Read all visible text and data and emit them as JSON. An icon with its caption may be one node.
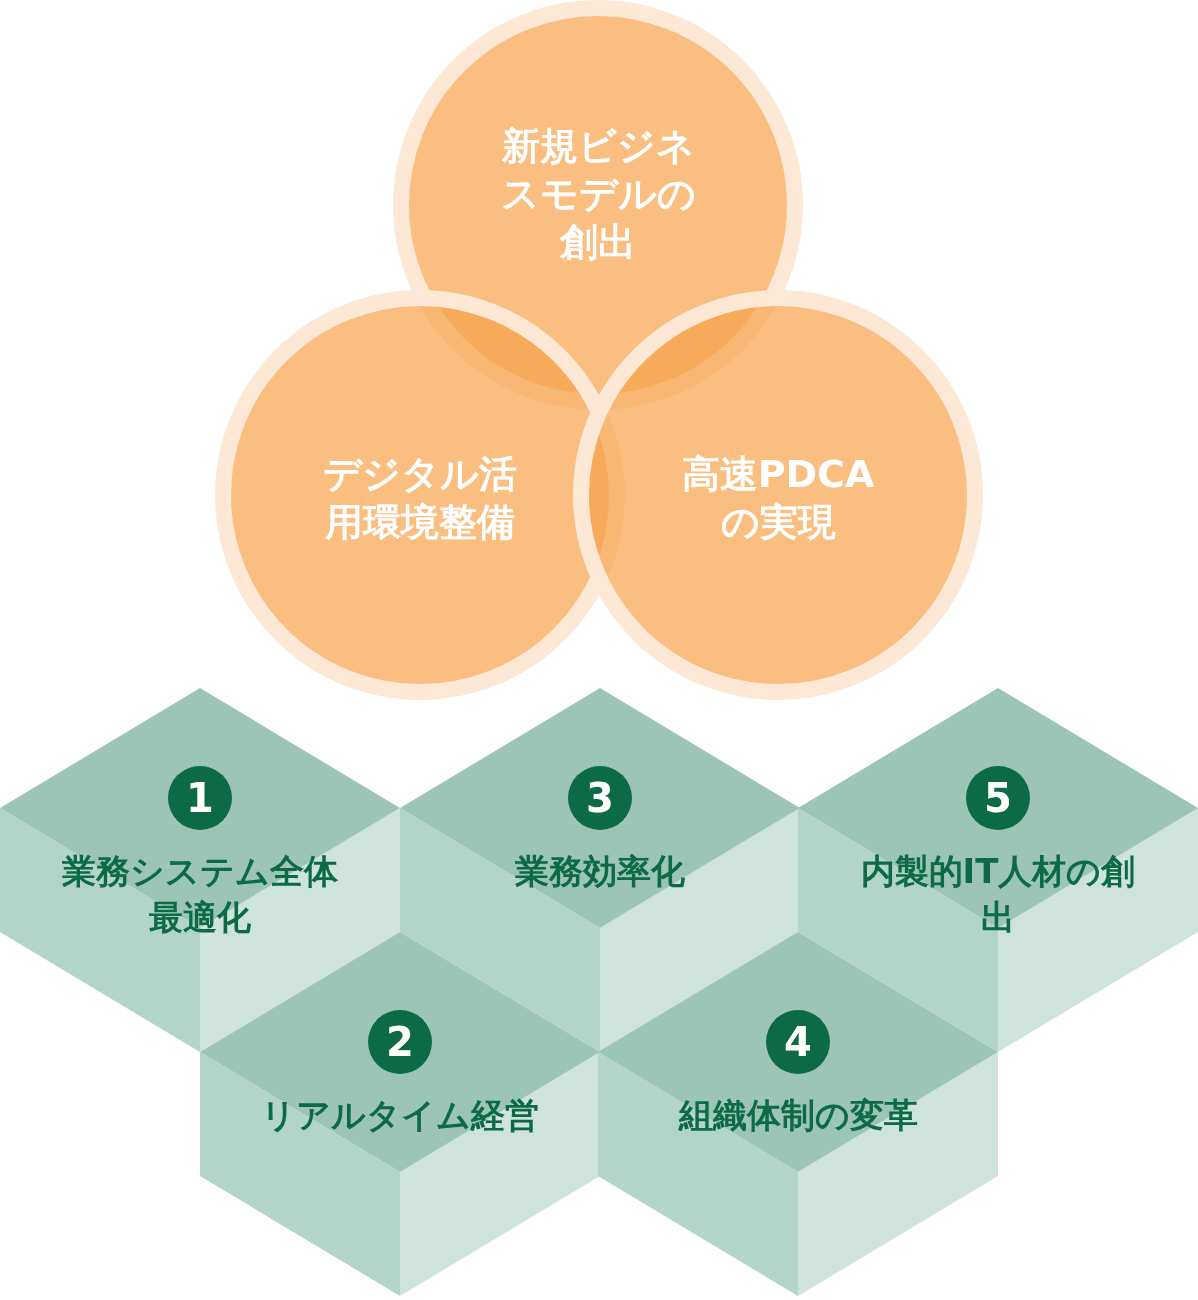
{
  "diagram": {
    "nodes": [
      {
        "text": [
          "新規ビジネスモデルの創出"
        ]
      },
      {
        "text": [
          "デジタル活用環境整備"
        ]
      },
      {
        "text": [
          "高速PDCAの実現"
        ]
      },
      {
        "text": [
          "1",
          "業務システム全体最適化"
        ]
      },
      {
        "text": [
          "3",
          "業務効率化"
        ]
      },
      {
        "text": [
          "5",
          "内製的IT人材の創出"
        ]
      },
      {
        "text": [
          "2",
          "リアルタイム経営"
        ]
      },
      {
        "text": [
          "4",
          "組織体制の変革"
        ]
      }
    ],
    "edges": []
  }
}
